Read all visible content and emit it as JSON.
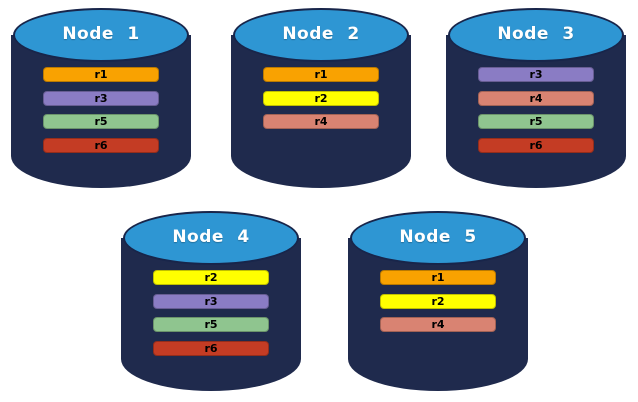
{
  "diagram": {
    "description": "Five database node cylinders showing replica placement",
    "background": "#FFFFFF"
  },
  "palette": {
    "cylinder_body": "#1F2A4D",
    "cylinder_top": "#2E96D3",
    "cylinder_outline": "#18254A",
    "title_color": "#FFFFFF",
    "bar_label_color": "#000000",
    "replica_colors": {
      "r1": "#F9A201",
      "r2": "#FFFF00",
      "r3": "#8A7CC4",
      "r4": "#D98372",
      "r5": "#8FC58F",
      "r6": "#C43C24"
    }
  },
  "nodes": [
    {
      "label": "Node 1",
      "replicas": [
        "r1",
        "r3",
        "r5",
        "r6"
      ]
    },
    {
      "label": "Node 2",
      "replicas": [
        "r1",
        "r2",
        "r4"
      ]
    },
    {
      "label": "Node 3",
      "replicas": [
        "r3",
        "r4",
        "r5",
        "r6"
      ]
    },
    {
      "label": "Node 4",
      "replicas": [
        "r2",
        "r3",
        "r5",
        "r6"
      ]
    },
    {
      "label": "Node 5",
      "replicas": [
        "r1",
        "r2",
        "r4"
      ]
    }
  ]
}
